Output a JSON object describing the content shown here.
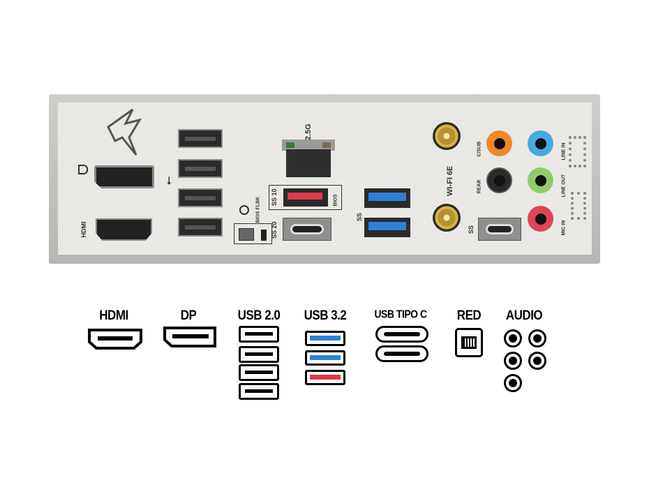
{
  "panel": {
    "hdmi_label": "HDMI",
    "dp_icon": "displayport-icon",
    "usb_icon": "usb-icon",
    "bios_flbk": "BIOS FLBK",
    "lan_speed": "2.5G",
    "ss10": "SS 10",
    "bios": "BIOS",
    "ss20": "SS 20",
    "ss": "SS",
    "wifi": "WI-FI 6E",
    "csub": "C/SUB",
    "rear": "REAR",
    "line_in": "LINE IN",
    "line_out": "LINE OUT",
    "mic_in": "MIC IN"
  },
  "legend": [
    {
      "label": "HDMI"
    },
    {
      "label": "DP"
    },
    {
      "label": "USB 2.0"
    },
    {
      "label": "USB 3.2"
    },
    {
      "label": "USB TIPO C"
    },
    {
      "label": "RED"
    },
    {
      "label": "AUDIO"
    }
  ],
  "colors": {
    "usb32_blue": "#2f7fd6",
    "usb32_red": "#e0394a",
    "csub": "#f0872a",
    "line_in": "#48a9df",
    "line_out": "#8fcb6a",
    "mic_in": "#e04456"
  }
}
